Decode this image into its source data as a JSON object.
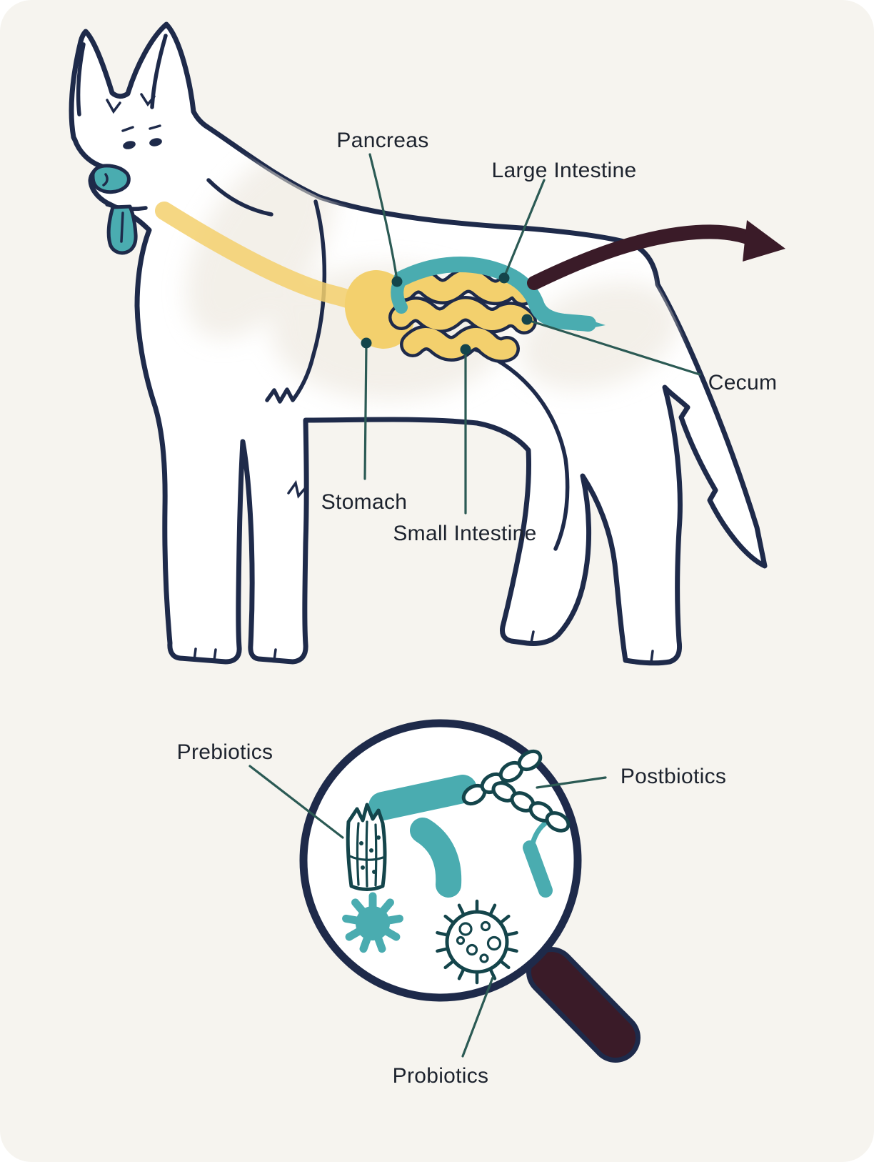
{
  "diagram": {
    "organ_labels": {
      "pancreas": "Pancreas",
      "large_intestine": "Large Intestine",
      "cecum": "Cecum",
      "stomach": "Stomach",
      "small_intestine": "Small Intestine"
    },
    "microbe_labels": {
      "prebiotics": "Prebiotics",
      "postbiotics": "Postbiotics",
      "probiotics": "Probiotics"
    },
    "colors": {
      "background": "#f6f4ef",
      "outline_navy": "#1e2a4a",
      "teal": "#4aacb0",
      "yellow": "#f3d06d",
      "maroon": "#3a1b28",
      "dark_teal": "#14454b",
      "label_line": "#2b5a54",
      "label_text": "#1d232e"
    }
  }
}
